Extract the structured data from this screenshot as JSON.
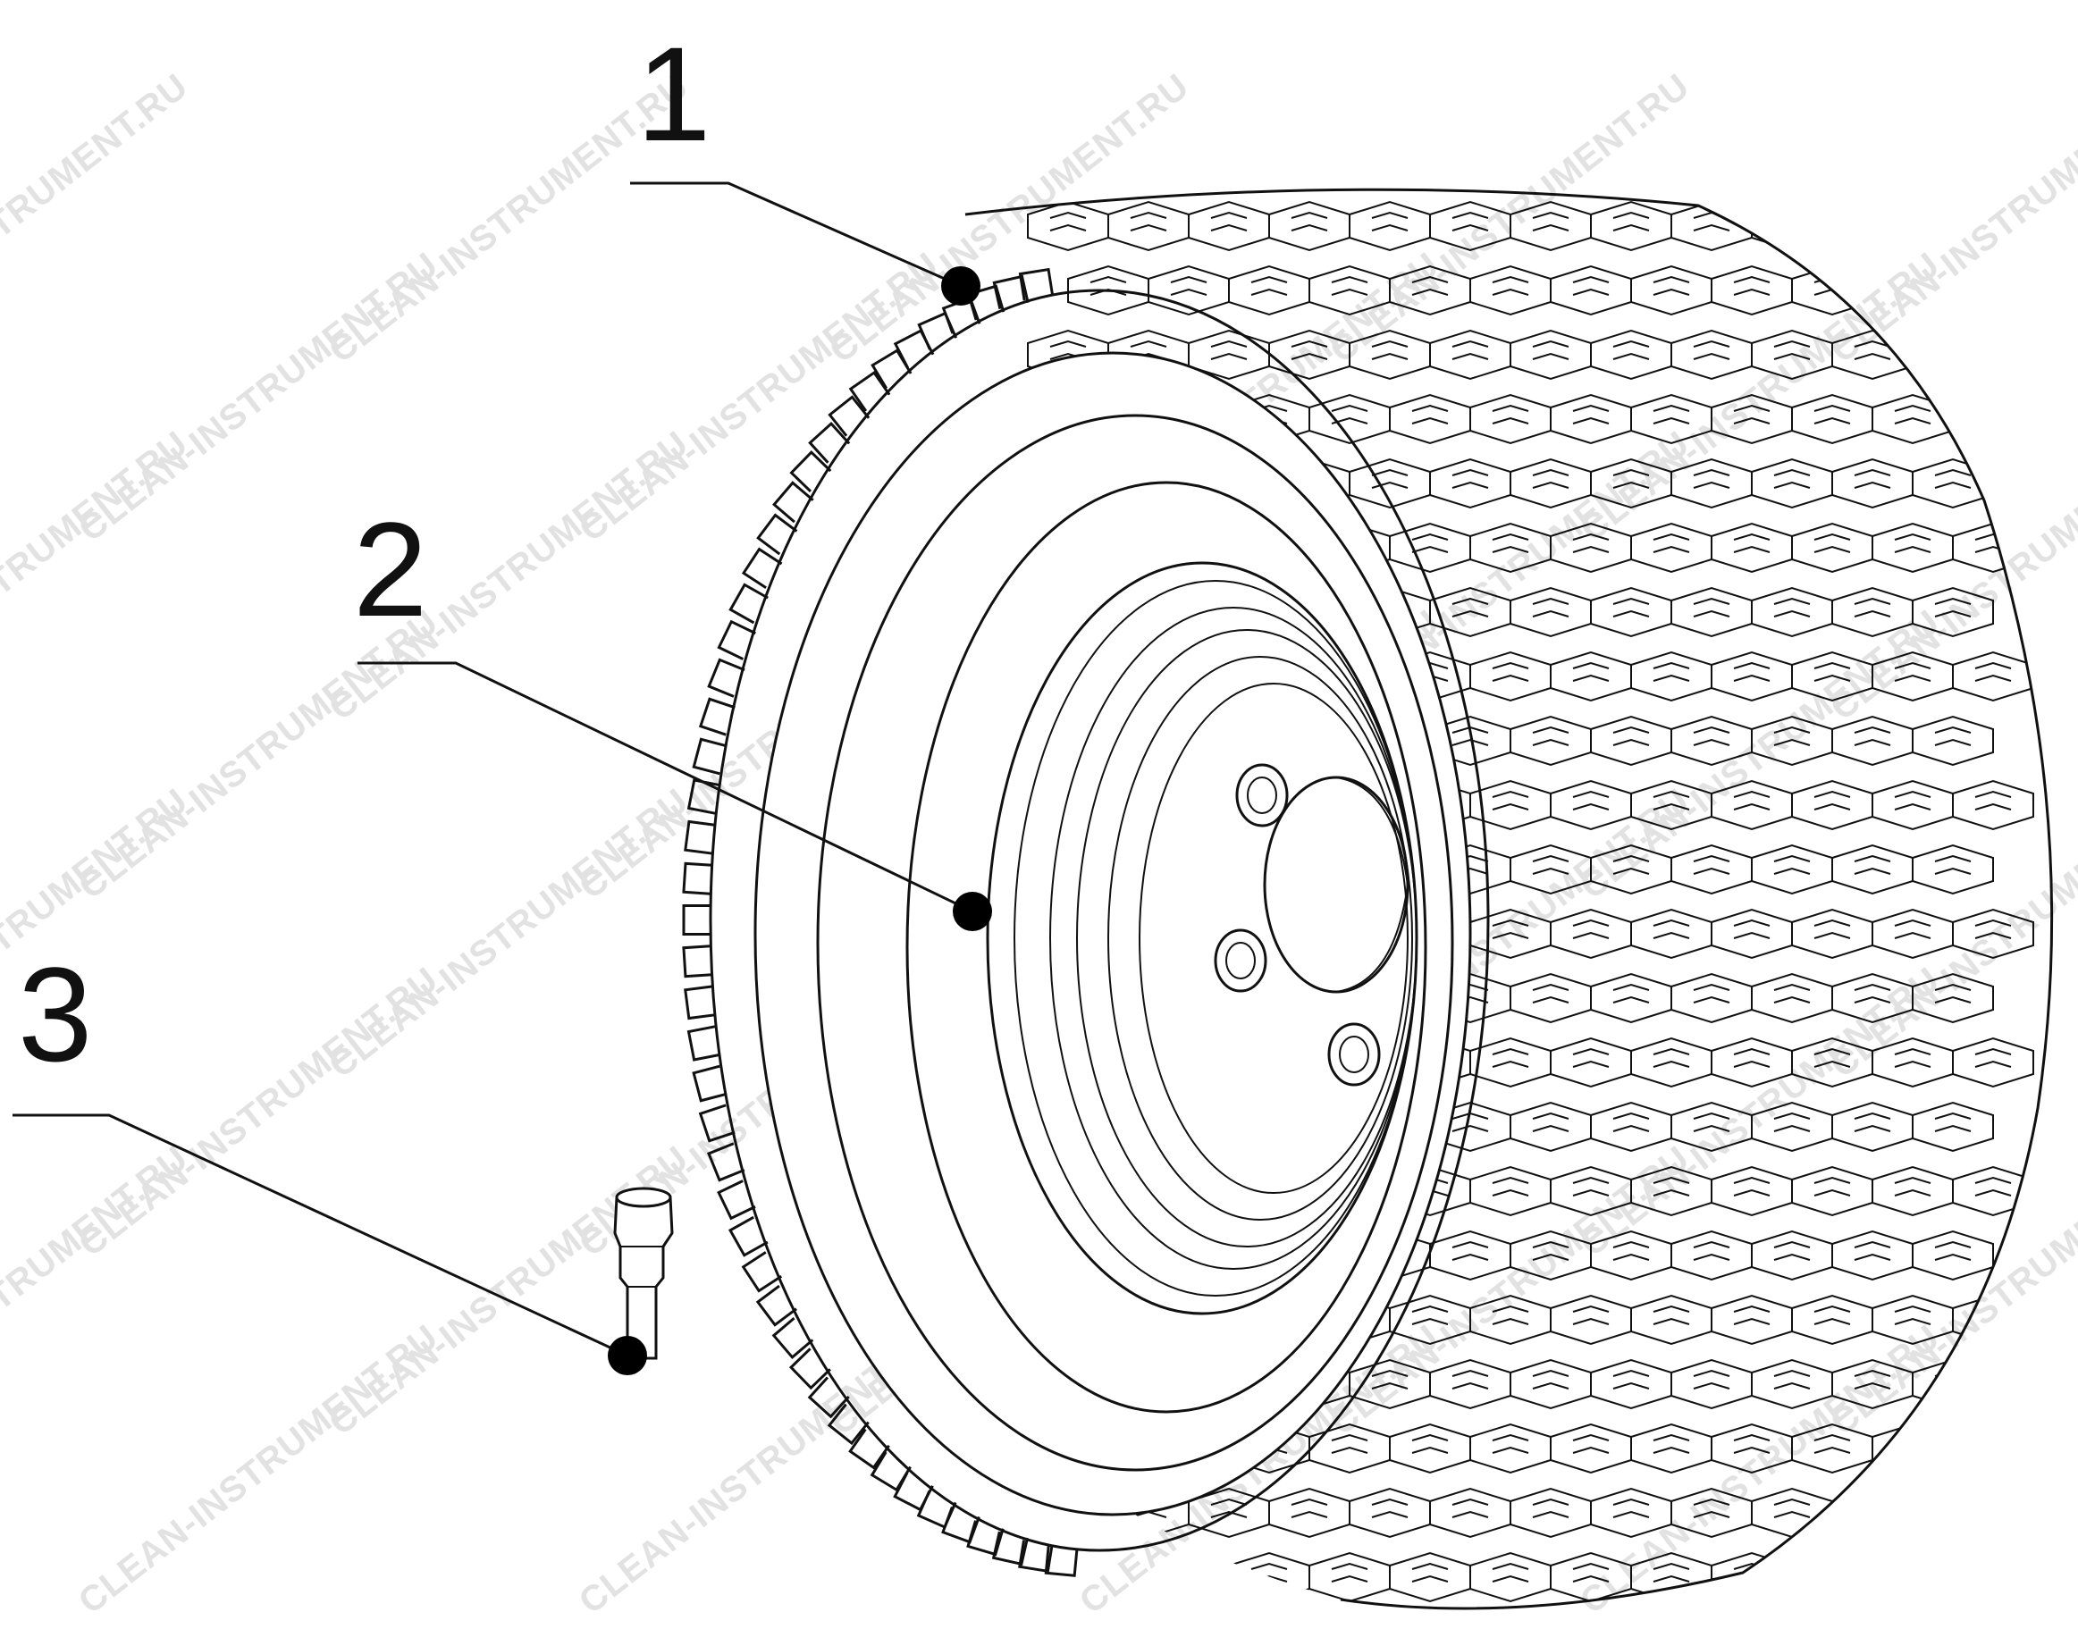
{
  "diagram": {
    "callouts": [
      {
        "number": "1",
        "part": "tire"
      },
      {
        "number": "2",
        "part": "wheel-rim"
      },
      {
        "number": "3",
        "part": "valve-stem"
      }
    ],
    "watermark_text": "CLEAN-INSTRUMENT.RU",
    "colors": {
      "line": "#111111",
      "watermark": "#e2e2e2",
      "background": "#ffffff"
    }
  }
}
